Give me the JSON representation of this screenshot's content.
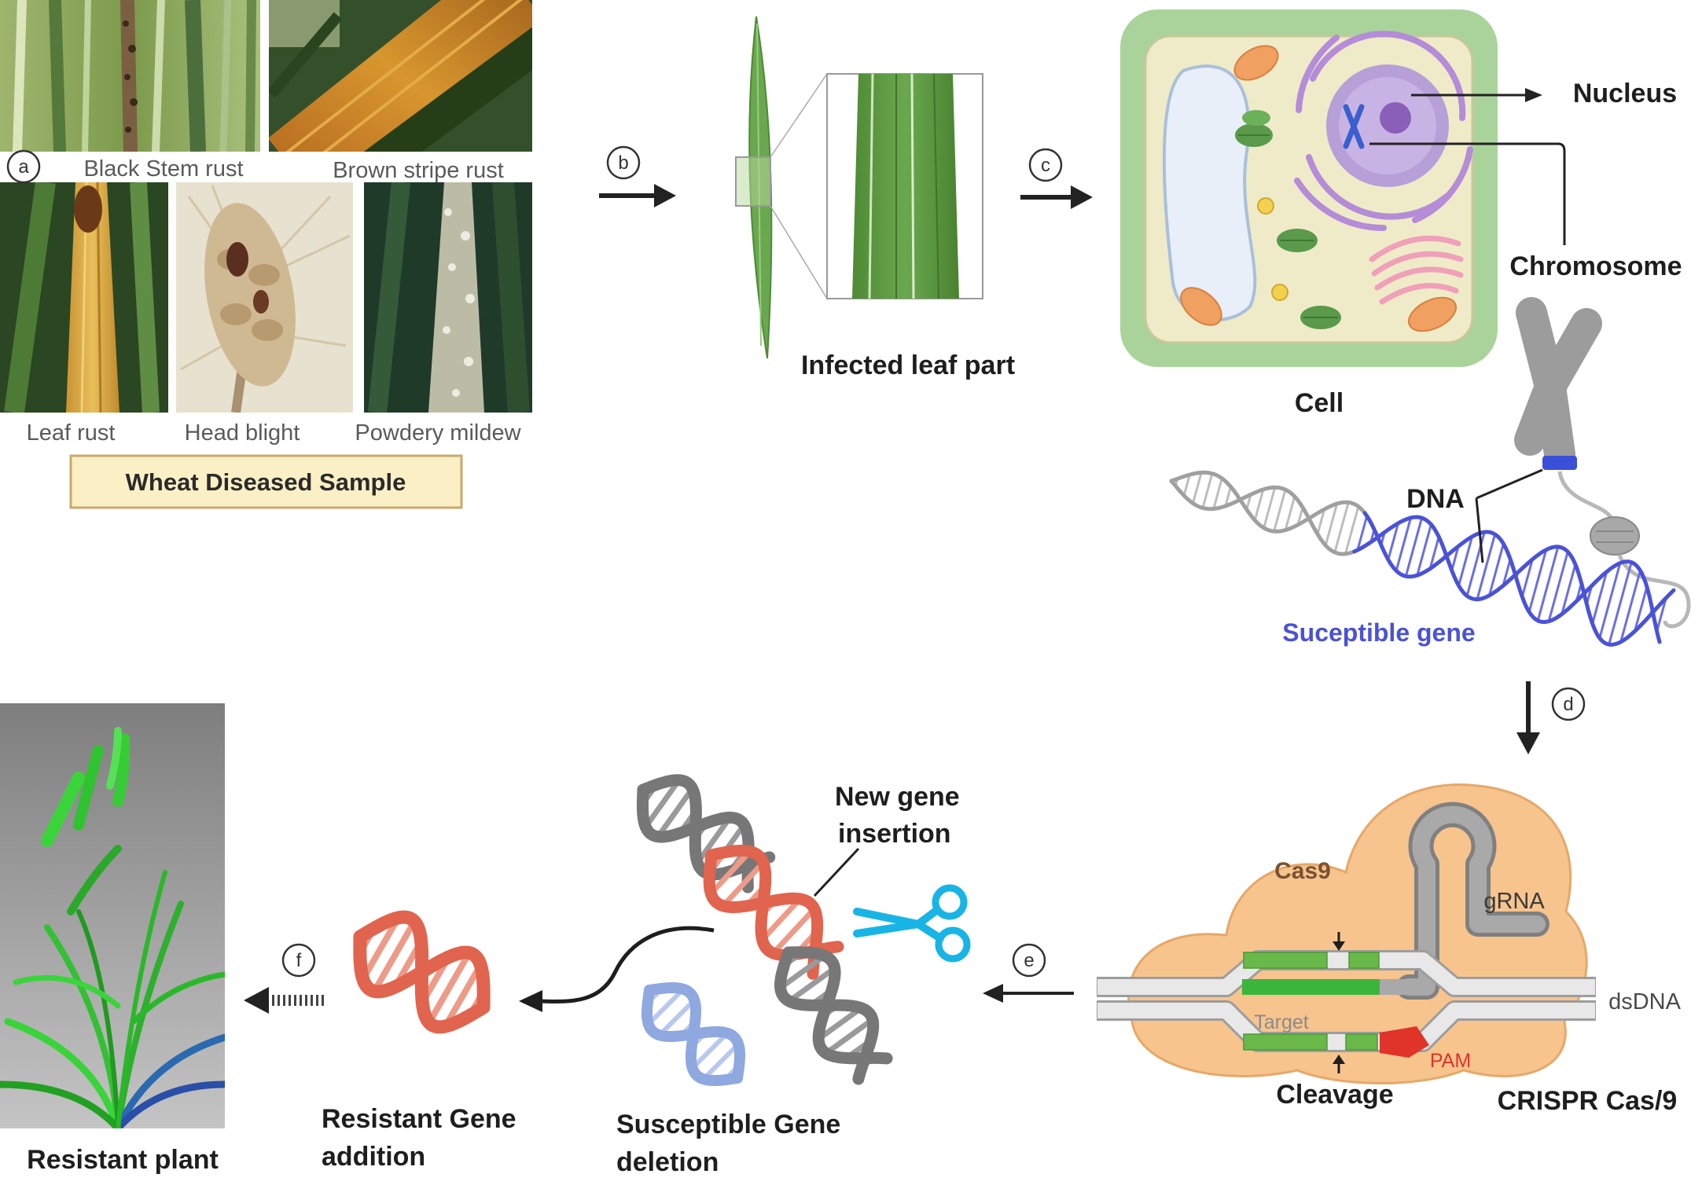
{
  "panel_a": {
    "marker": "a",
    "photos": [
      "Black Stem rust",
      "Brown stripe rust",
      "Leaf rust",
      "Head blight",
      "Powdery mildew"
    ],
    "caption": "Wheat Diseased Sample"
  },
  "panel_b": {
    "marker": "b",
    "label": "Infected leaf part"
  },
  "panel_c": {
    "marker": "c",
    "nucleus": "Nucleus",
    "chromosome": "Chromosome",
    "cell": "Cell",
    "dna": "DNA",
    "gene": "Suceptible gene"
  },
  "panel_d": {
    "marker": "d",
    "cas9": "Cas9",
    "grna": "gRNA",
    "dsdna": "dsDNA",
    "target": "Target",
    "pam": "PAM",
    "cleavage": "Cleavage",
    "title": "CRISPR Cas/9"
  },
  "panel_e": {
    "marker": "e",
    "insertion": [
      "New gene",
      "insertion"
    ],
    "deletion": [
      "Susceptible Gene",
      "deletion"
    ],
    "addition": [
      "Resistant Gene",
      "addition"
    ]
  },
  "panel_f": {
    "marker": "f",
    "label": "Resistant plant"
  },
  "colors": {
    "gene_blue": "#4a52d8",
    "pam_red": "#e0332a",
    "cas9_orange": "#f7c48e",
    "dna_red": "#e0644e",
    "scissors_blue": "#18b4e6",
    "caption_box": "#fbefc6"
  },
  "icons": {
    "tool": "scissors-icon"
  }
}
